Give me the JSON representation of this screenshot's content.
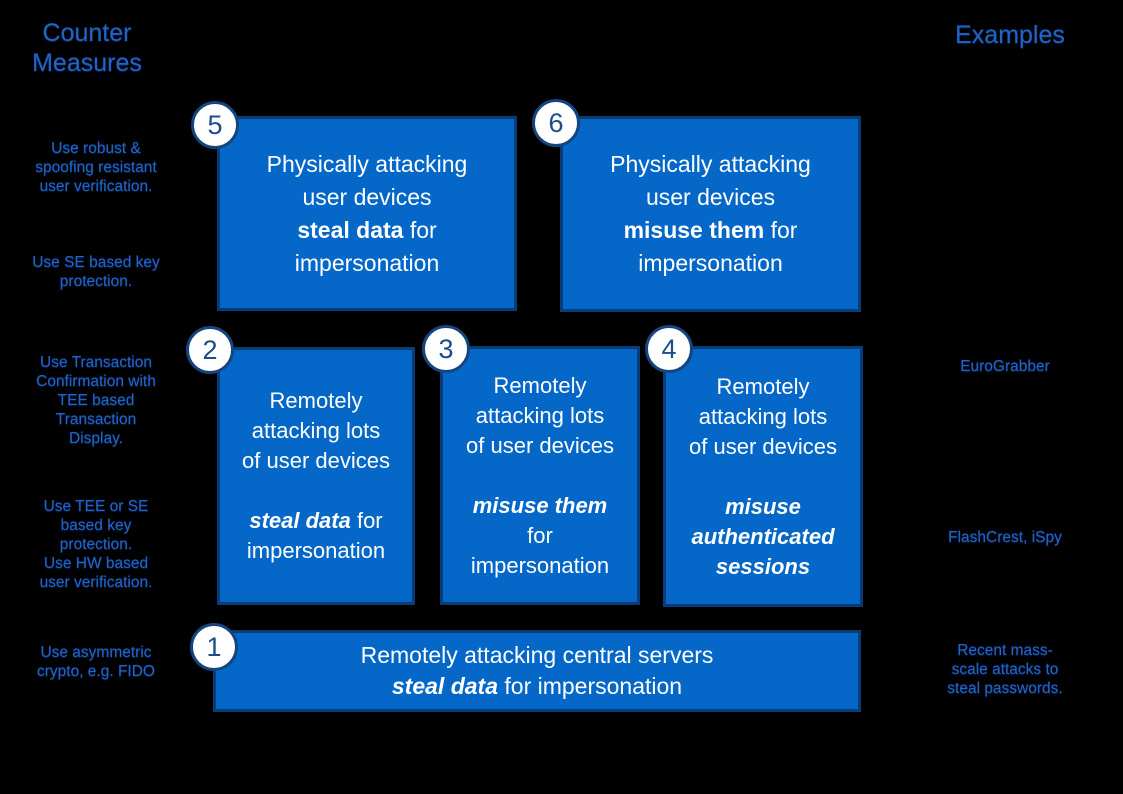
{
  "titles": {
    "left": "Counter\nMeasures",
    "right": "Examples"
  },
  "counter_measures": [
    "Use robust &\nspoofing resistant\nuser verification.",
    "Use SE based key\nprotection.",
    "Use Transaction\nConfirmation with\nTEE based\nTransaction\nDisplay.",
    "Use TEE or SE\nbased key\nprotection.\nUse HW based\nuser verification.",
    "Use asymmetric\ncrypto, e.g. FIDO"
  ],
  "examples": [
    "EuroGrabber",
    "FlashCrest, iSpy",
    "Recent mass-\nscale attacks to\nsteal passwords."
  ],
  "boxes": {
    "box5": {
      "number": "5",
      "line1": "Physically attacking",
      "line2": "user devices",
      "line3_strong": "steal data",
      "line3_rest": " for",
      "line4": "impersonation"
    },
    "box6": {
      "number": "6",
      "line1": "Physically attacking",
      "line2": "user devices",
      "line3_strong": "misuse them",
      "line3_rest": " for",
      "line4": "impersonation"
    },
    "box2": {
      "number": "2",
      "line1": "Remotely",
      "line2": "attacking lots",
      "line3": "of user devices",
      "line4_em": "steal data",
      "line4_rest": " for",
      "line5": "impersonation"
    },
    "box3": {
      "number": "3",
      "line1": "Remotely",
      "line2": "attacking lots",
      "line3": "of user devices",
      "line4_em": "misuse them",
      "line5": "for",
      "line6": "impersonation"
    },
    "box4": {
      "number": "4",
      "line1": "Remotely",
      "line2": "attacking lots",
      "line3": "of user devices",
      "line4_em": "misuse",
      "line5_em": "authenticated",
      "line6_em": "sessions"
    },
    "box1": {
      "number": "1",
      "line1": "Remotely attacking central servers",
      "line2_em": "steal data",
      "line2_rest": " for impersonation"
    }
  },
  "colors": {
    "background": "#000000",
    "box_fill": "#0568C8",
    "box_border": "#0A3C78",
    "box_text": "#FFFFFF",
    "label_blue": "#2264C6",
    "circle_fill": "#FFFFFF",
    "circle_border": "#14457F",
    "circle_text": "#1B4C8C"
  }
}
